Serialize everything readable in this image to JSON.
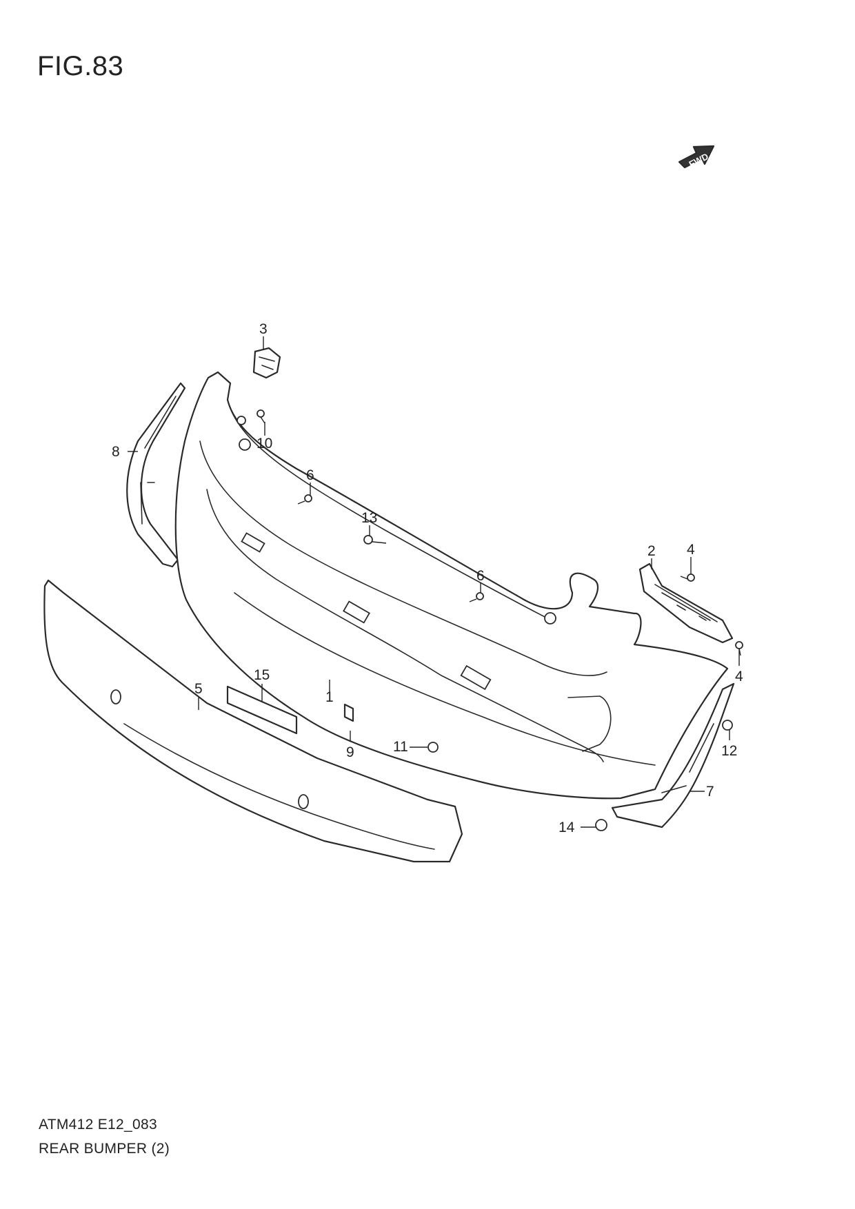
{
  "figure": {
    "title": "FIG.83",
    "drawing_code": "ATM412 E12_083",
    "drawing_name": "REAR BUMPER (2)",
    "direction_label": "FWD"
  },
  "callouts": {
    "c1": "1",
    "c2": "2",
    "c3": "3",
    "c4a": "4",
    "c4b": "4",
    "c5": "5",
    "c6a": "6",
    "c6b": "6",
    "c7": "7",
    "c8": "8",
    "c9": "9",
    "c10": "10",
    "c11": "11",
    "c12": "12",
    "c13": "13",
    "c14": "14",
    "c15": "15"
  }
}
